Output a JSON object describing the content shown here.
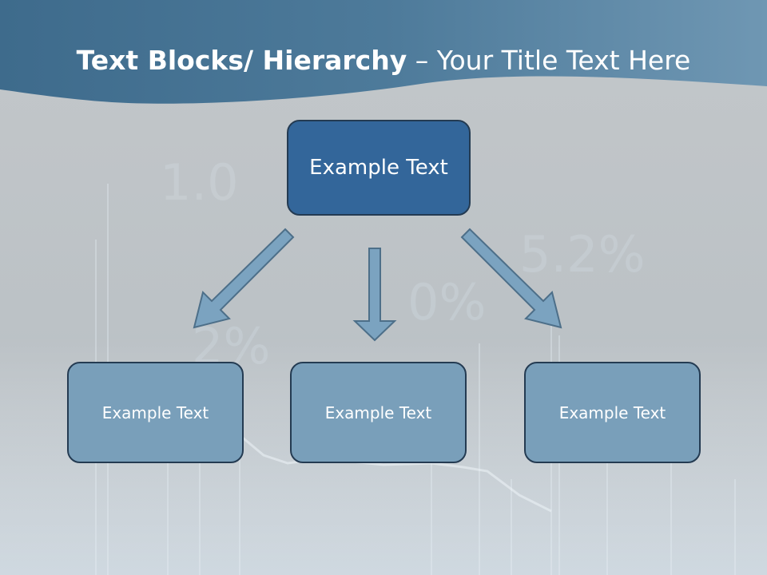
{
  "title": {
    "bold": "Text Blocks/ Hierarchy",
    "rest": " – Your Title Text Here"
  },
  "hierarchy": {
    "root": "Example Text",
    "children": [
      "Example Text",
      "Example Text",
      "Example Text"
    ]
  },
  "colors": {
    "title_band": "#4d7a9a",
    "root_fill": "#33669a",
    "child_fill": "#799fba",
    "arrow_fill": "#7ba3c0",
    "border": "#243b52"
  }
}
